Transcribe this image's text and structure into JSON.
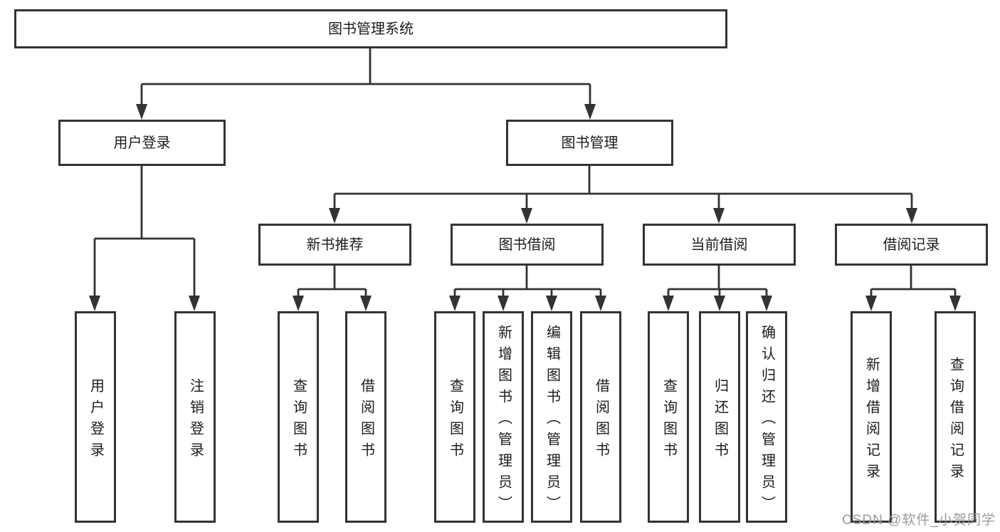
{
  "diagram": {
    "root": {
      "label": "图书管理系统"
    },
    "level2": [
      {
        "label": "用户登录",
        "children": [
          {
            "label": "用户登录"
          },
          {
            "label": "注销登录"
          }
        ]
      },
      {
        "label": "图书管理",
        "children": [
          {
            "label": "新书推荐",
            "children": [
              {
                "label": "查询图书"
              },
              {
                "label": "借阅图书"
              }
            ]
          },
          {
            "label": "图书借阅",
            "children": [
              {
                "label": "查询图书"
              },
              {
                "label": "新增图书（管理员）"
              },
              {
                "label": "编辑图书（管理员）"
              },
              {
                "label": "借阅图书"
              }
            ]
          },
          {
            "label": "当前借阅",
            "children": [
              {
                "label": "查询图书"
              },
              {
                "label": "归还图书"
              },
              {
                "label": "确认归还（管理员）"
              }
            ]
          },
          {
            "label": "借阅记录",
            "children": [
              {
                "label": "新增借阅记录"
              },
              {
                "label": "查询借阅记录"
              }
            ]
          }
        ]
      }
    ]
  },
  "watermark": {
    "text": "CSDN @软件_小贺同学"
  },
  "colors": {
    "line": "#333333",
    "box_border": "#333333",
    "text": "#1c1c1c",
    "watermark": "#9a9a9a",
    "background": "#ffffff"
  }
}
